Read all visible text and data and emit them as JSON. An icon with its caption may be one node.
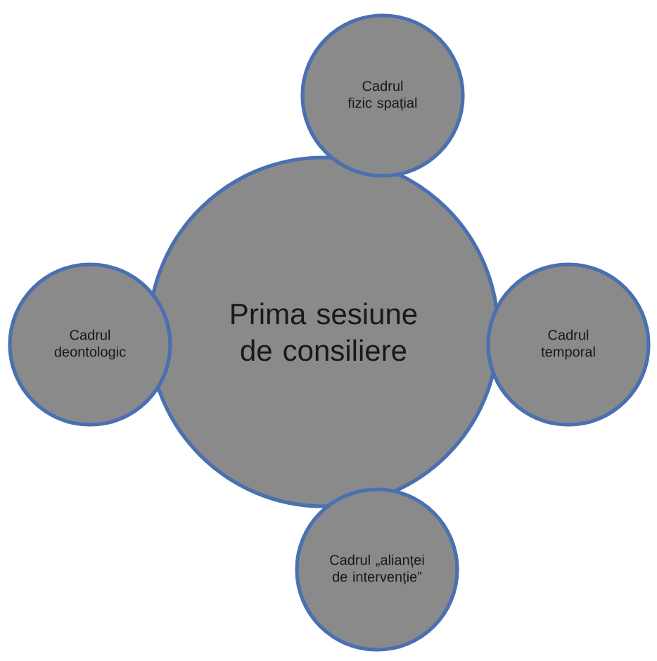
{
  "diagram": {
    "nodes": [
      {
        "text": [
          "Cadrul fizic spațial"
        ]
      },
      {
        "text": [
          "Cadrul deontologic"
        ]
      },
      {
        "text": [
          "Prima sesiune de consiliere"
        ]
      },
      {
        "text": [
          "Cadrul temporal"
        ]
      },
      {
        "text": [
          "Cadrul „alianței de intervenție”"
        ]
      }
    ]
  }
}
